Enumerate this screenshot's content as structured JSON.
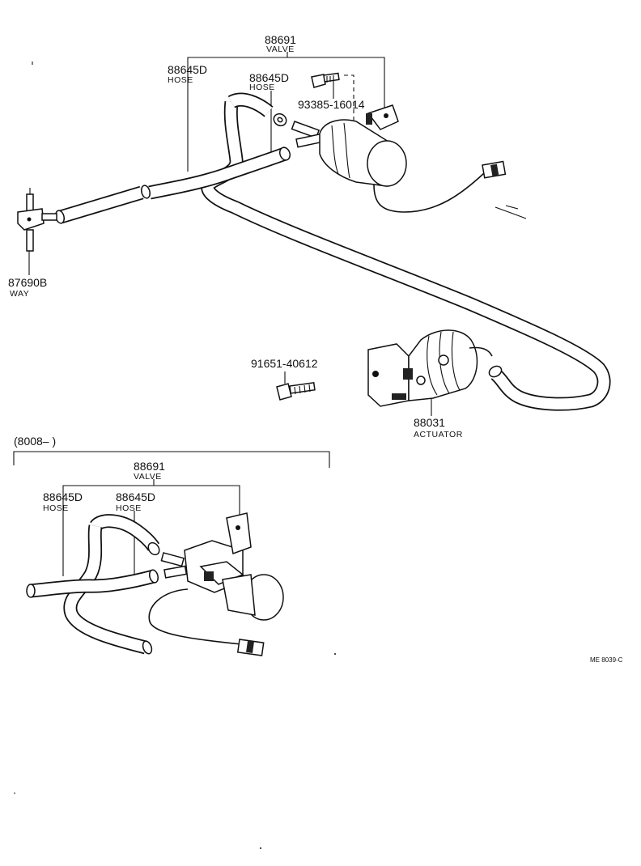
{
  "upper_assembly": {
    "valve": {
      "part_no": "88691",
      "name": "VALVE"
    },
    "hose_a": {
      "part_no": "88645D",
      "name": "HOSE"
    },
    "hose_b": {
      "part_no": "88645D",
      "name": "HOSE"
    },
    "bolt": {
      "part_no": "93385-16014"
    },
    "way": {
      "part_no": "87690B",
      "name": "WAY"
    },
    "screw": {
      "part_no": "91651-40612"
    },
    "actuator": {
      "part_no": "88031",
      "name": "ACTUATOR"
    }
  },
  "lower_assembly": {
    "date_range": "(8008–          )",
    "valve": {
      "part_no": "88691",
      "name": "VALVE"
    },
    "hose_a": {
      "part_no": "88645D",
      "name": "HOSE"
    },
    "hose_b": {
      "part_no": "88645D",
      "name": "HOSE"
    }
  },
  "figure_code": "ME  8039-C"
}
